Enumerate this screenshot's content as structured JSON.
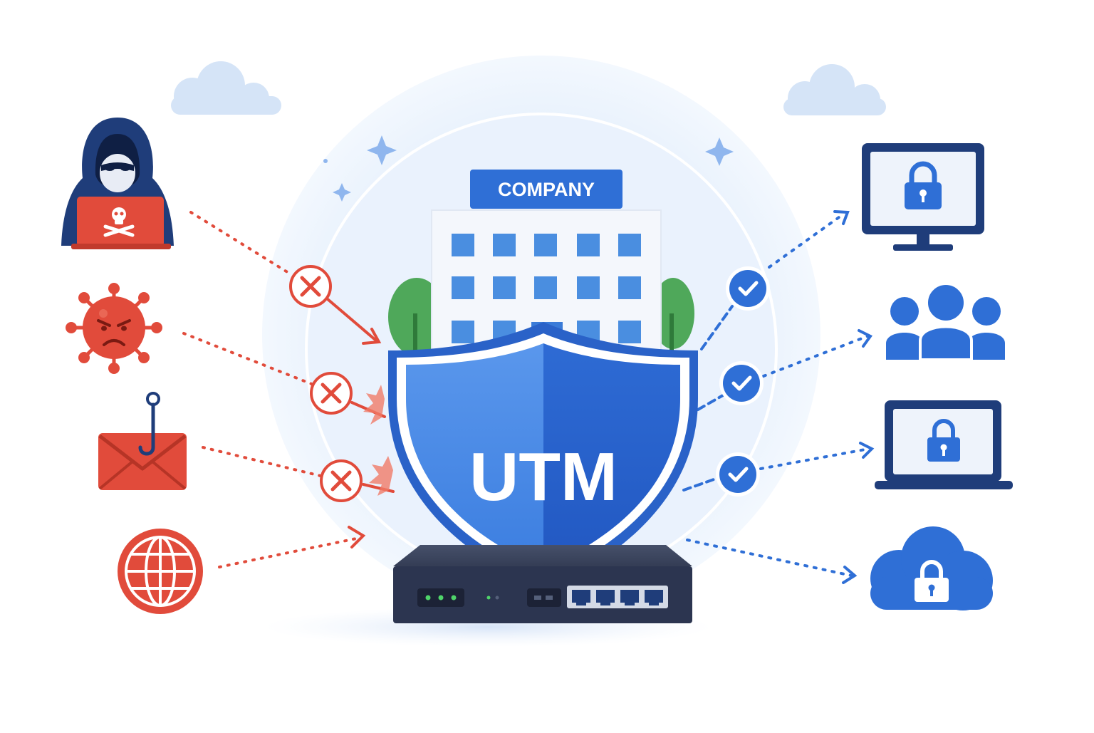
{
  "building": {
    "label": "COMPANY"
  },
  "shield": {
    "label": "UTM"
  },
  "colors": {
    "threat": "#e14b3b",
    "safe": "#2f6fd6",
    "navy": "#1f3d7a",
    "shield_light": "#4f8ee8",
    "shield_dark": "#2a66d1",
    "window": "#4a8ee0",
    "tree": "#4fa85a",
    "device_body": "#2f3a52"
  },
  "threats": [
    {
      "name": "hacker",
      "icon": "hooded-hacker-icon",
      "status": "blocked"
    },
    {
      "name": "virus",
      "icon": "virus-icon",
      "status": "blocked"
    },
    {
      "name": "phishing",
      "icon": "phishing-email-icon",
      "status": "blocked"
    },
    {
      "name": "web",
      "icon": "globe-icon",
      "status": "filtered"
    }
  ],
  "protected": [
    {
      "name": "desktop",
      "icon": "locked-desktop-icon",
      "status": "allowed"
    },
    {
      "name": "users",
      "icon": "users-group-icon",
      "status": "allowed"
    },
    {
      "name": "laptop",
      "icon": "locked-laptop-icon",
      "status": "allowed"
    },
    {
      "name": "cloud",
      "icon": "locked-cloud-icon",
      "status": "allowed"
    }
  ]
}
